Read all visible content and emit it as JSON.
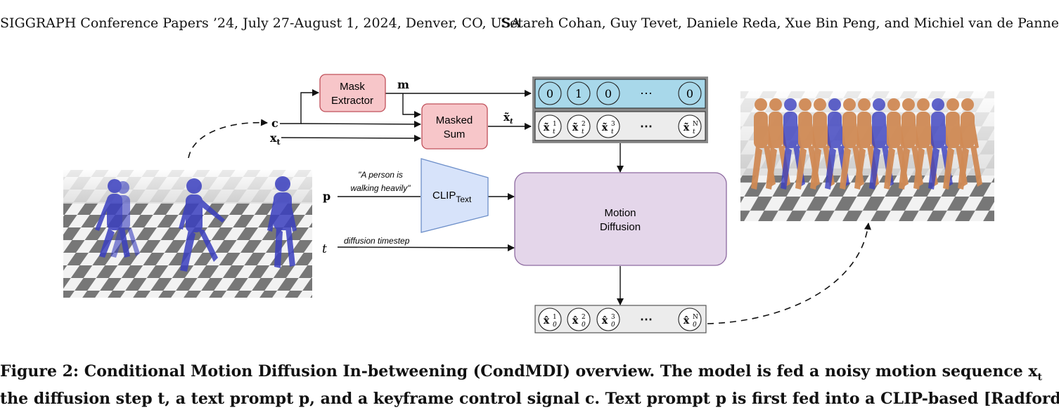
{
  "header": {
    "left": "SIGGRAPH Conference Papers ’24, July 27-August 1, 2024, Denver, CO, USA",
    "right": "Setareh Cohan, Guy Tevet, Daniele Reda, Xue Bin Peng, and Michiel van de Panne"
  },
  "figure": {
    "mask_extractor": {
      "line1": "Mask",
      "line2": "Extractor"
    },
    "masked_sum": {
      "line1": "Masked",
      "line2": "Sum"
    },
    "clip": {
      "main": "CLIP",
      "sub": "Text"
    },
    "motion_diffusion": {
      "line1": "Motion",
      "line2": "Diffusion"
    },
    "inputs": {
      "c": "c",
      "x": "x",
      "x_sub": "t",
      "p": "p",
      "t": "t"
    },
    "labels": {
      "m": "m",
      "xt_tilde": "x̃",
      "xt_tilde_sub": "t",
      "prompt_line1": "\"A person is",
      "prompt_line2": "walking heavily\"",
      "timestep": "diffusion timestep"
    },
    "mask_values": [
      "0",
      "1",
      "0",
      "⋯",
      "0"
    ],
    "noisy_tokens": [
      "x̃",
      "x̃",
      "x̃",
      "⋯",
      "x̃"
    ],
    "noisy_sup": [
      "1",
      "2",
      "3",
      "",
      "N"
    ],
    "noisy_sub": "t",
    "output_tokens": [
      "x̂",
      "x̂",
      "x̂",
      "⋯",
      "x̂"
    ],
    "output_sup": [
      "1",
      "2",
      "3",
      "",
      "N"
    ],
    "output_sub": "0",
    "colors": {
      "mask_box": "#f7c6c9",
      "mask_border": "#c0505a",
      "clip_fill": "#d7e3fa",
      "clip_border": "#6d8fc9",
      "diffusion_fill": "#e4d6ea",
      "diffusion_border": "#8d6aa0",
      "mask_row": "#a8d8ea",
      "frame_border": "#6e6e6e",
      "figure_blue": "#3a3fbf",
      "figure_orange": "#d08a55"
    }
  },
  "caption": {
    "line1": "Figure 2: Conditional Motion Diffusion In-betweening (CondMDI) overview. The model is fed a noisy motion sequence x",
    "line1_sub": "t",
    "line2": "the diffusion step t, a text prompt p, and a keyframe control signal c. Text prompt p is first fed into a CLIP-based [Radford"
  }
}
